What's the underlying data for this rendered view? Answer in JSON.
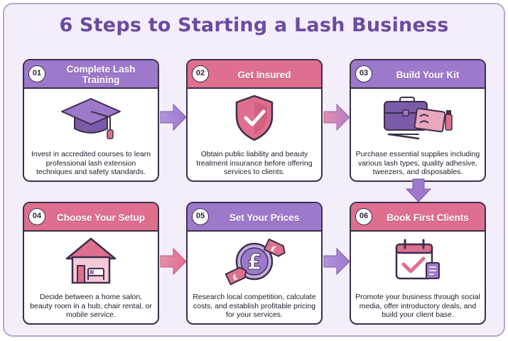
{
  "title": "6 Steps to Starting a Lash Business",
  "colors": {
    "purple": "#9d79cc",
    "pink": "#de6f8e",
    "title": "#6b4ba1",
    "background": "#f3eef9"
  },
  "steps": [
    {
      "num": "01",
      "title": "Complete Lash Training",
      "icon": "graduation-cap-icon",
      "desc": "Invest in accredited courses to learn professional lash extension techniques and safety standards."
    },
    {
      "num": "02",
      "title": "Get Insured",
      "icon": "shield-check-icon",
      "desc": "Obtain public liability and beauty treatment insurance before offering services to clients."
    },
    {
      "num": "03",
      "title": "Build Your Kit",
      "icon": "lash-kit-icon",
      "desc": "Purchase essential supplies including various lash types, quality adhesive, tweezers, and disposables."
    },
    {
      "num": "04",
      "title": "Choose Your Setup",
      "icon": "house-bed-icon",
      "desc": "Decide between a home salon, beauty room in a hub, chair rental, or mobile service."
    },
    {
      "num": "05",
      "title": "Set Your Prices",
      "icon": "pound-price-tags-icon",
      "desc": "Research local competition, calculate costs, and establish profitable pricing for your services."
    },
    {
      "num": "06",
      "title": "Book First Clients",
      "icon": "calendar-check-icon",
      "desc": "Promote your business through social media, offer introductory deals, and build your client base."
    }
  ],
  "icons": {
    "price_tag_symbol": "£",
    "pound_symbol": "£"
  }
}
